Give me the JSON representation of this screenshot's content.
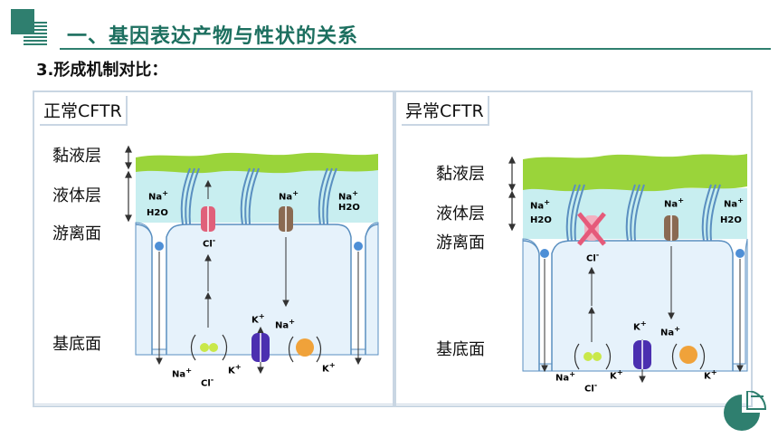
{
  "header": {
    "title": "一、基因表达产物与性状的关系"
  },
  "subtitle": "3.形成机制对比：",
  "panels": [
    {
      "title": "正常CFTR",
      "layers": [
        "黏液层",
        "液体层",
        "游离面",
        "基底面"
      ],
      "ion_labels": {
        "na_top_left": "Na",
        "h2o_left": "H2O",
        "cl": "Cl",
        "na_top_mid": "Na",
        "na_top_right": "Na",
        "h2o_right": "H2O",
        "k_top": "K",
        "na_mid": "Na",
        "na_bottom": "Na",
        "cl_bottom": "Cl",
        "k_bottom1": "K",
        "k_bottom2": "K"
      }
    },
    {
      "title": "异常CFTR",
      "layers": [
        "黏液层",
        "液体层",
        "游离面",
        "基底面"
      ],
      "ion_labels": {
        "na_top_left": "Na",
        "h2o_left": "H2O",
        "cl": "Cl",
        "na_top_mid": "Na",
        "na_top_right": "Na",
        "h2o_right": "H2O",
        "k_top": "K",
        "na_mid": "Na",
        "na_bottom": "Na",
        "cl_bottom": "Cl",
        "k_bottom1": "K",
        "k_bottom2": "K"
      }
    }
  ],
  "colors": {
    "accent": "#2f7f6f",
    "mucus": "#9ad43a",
    "fluid": "#c8eef0",
    "cell": "#e6f2fb",
    "channel_normal": "#e0607a",
    "cross": "#e55a7a",
    "channel_brown": "#8a6a52",
    "k_channel": "#4b2fb0",
    "pump": "#f0a23a",
    "cotransporter": "#c9e84a"
  }
}
